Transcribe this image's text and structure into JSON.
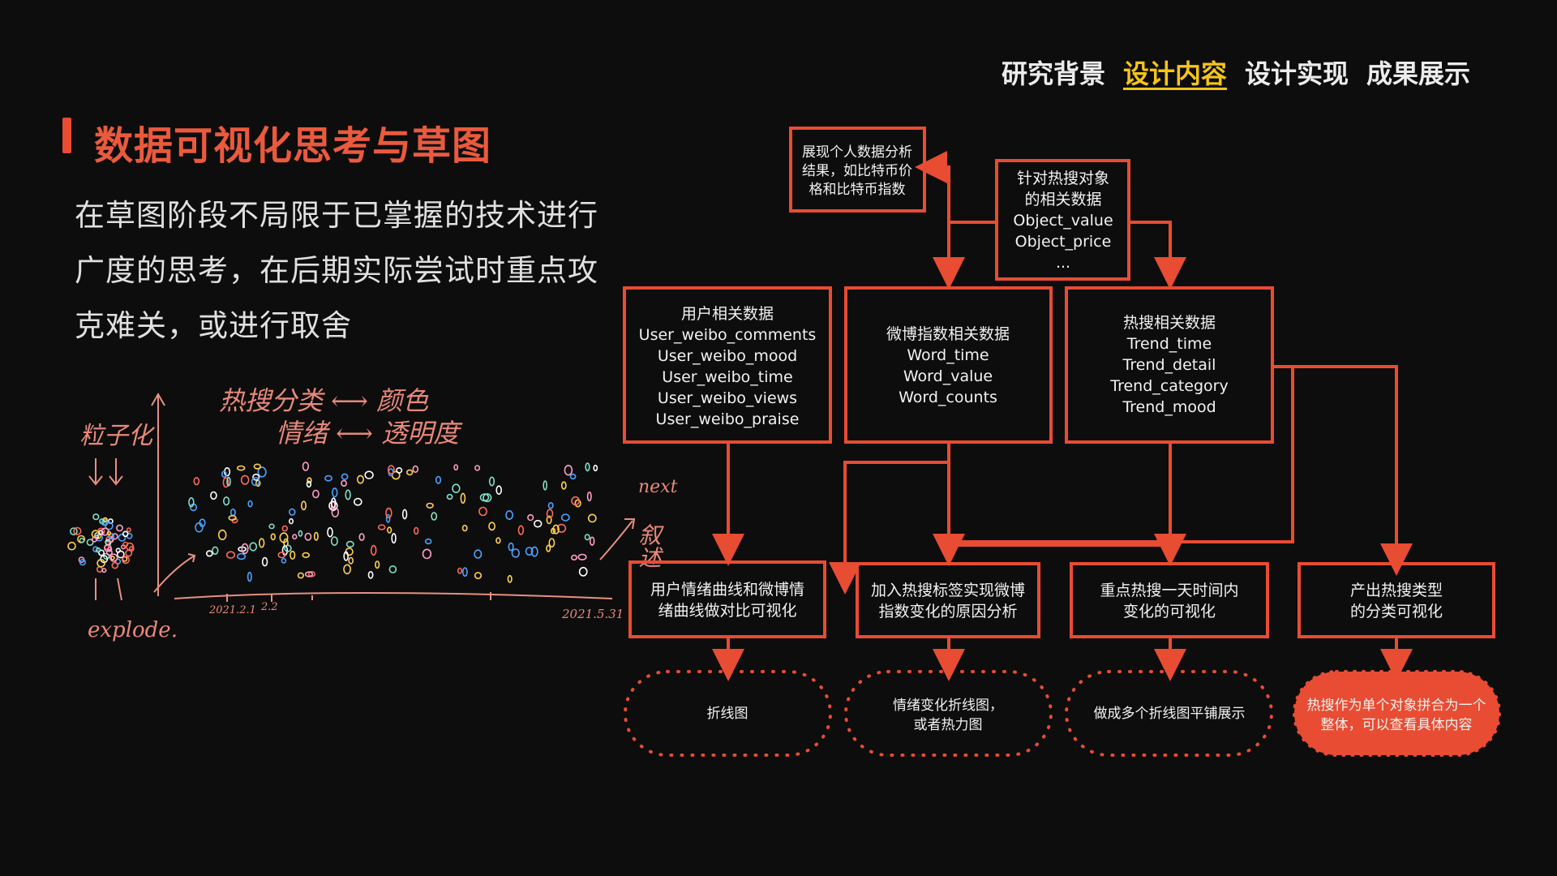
{
  "nav": {
    "items": [
      {
        "label": "研究背景",
        "active": false
      },
      {
        "label": "设计内容",
        "active": true
      },
      {
        "label": "设计实现",
        "active": false
      },
      {
        "label": "成果展示",
        "active": false
      }
    ]
  },
  "page": {
    "title": "数据可视化思考与草图",
    "intro": "在草图阶段不局限于已掌握的技术进行广度的思考，在后期实际尝试时重点攻克难关，或进行取舍"
  },
  "colors": {
    "accent": "#e84c32",
    "title": "#ea5a3d",
    "nav_active": "#f5c518",
    "background": "#0d0d0d",
    "sketch": "#e8897a"
  },
  "sketch": {
    "label_particle": "粒子化",
    "label_explode": "explode.",
    "legend_1": "热搜分类 ⟷ 颜色",
    "legend_2": "情绪 ⟷ 透明度",
    "date_start": "2021.2.1",
    "date_next": "2.2",
    "date_end": "2021.5.31",
    "next_label": "next",
    "next_word": "叙述"
  },
  "diagram": {
    "personal_analysis": [
      "展现个人数据分析",
      "结果，如比特币价",
      "格和比特币指数"
    ],
    "object_data": [
      "针对热搜对象",
      "的相关数据",
      "Object_value",
      "Object_price",
      " ... "
    ],
    "user_data": [
      "用户相关数据",
      "User_weibo_comments",
      "User_weibo_mood",
      "User_weibo_time",
      "User_weibo_views",
      "User_weibo_praise"
    ],
    "weibo_index": [
      "微博指数相关数据",
      "Word_time",
      "Word_value",
      "Word_counts"
    ],
    "trend_data": [
      "热搜相关数据",
      "Trend_time",
      "Trend_detail",
      "Trend_category",
      "Trend_mood"
    ],
    "viz_1": [
      "用户情绪曲线和微博情",
      "绪曲线做对比可视化"
    ],
    "viz_2": [
      "加入热搜标签实现微博",
      "指数变化的原因分析"
    ],
    "viz_3": [
      "重点热搜一天时间内",
      "变化的可视化"
    ],
    "viz_4": [
      "产出热搜类型",
      "的分类可视化"
    ],
    "out_1": [
      "折线图"
    ],
    "out_2": [
      "情绪变化折线图，",
      "或者热力图"
    ],
    "out_3": [
      "做成多个折线图平铺展示"
    ],
    "out_4": [
      "热搜作为单个对象拼合为一个",
      "整体，可以查看具体内容"
    ]
  }
}
